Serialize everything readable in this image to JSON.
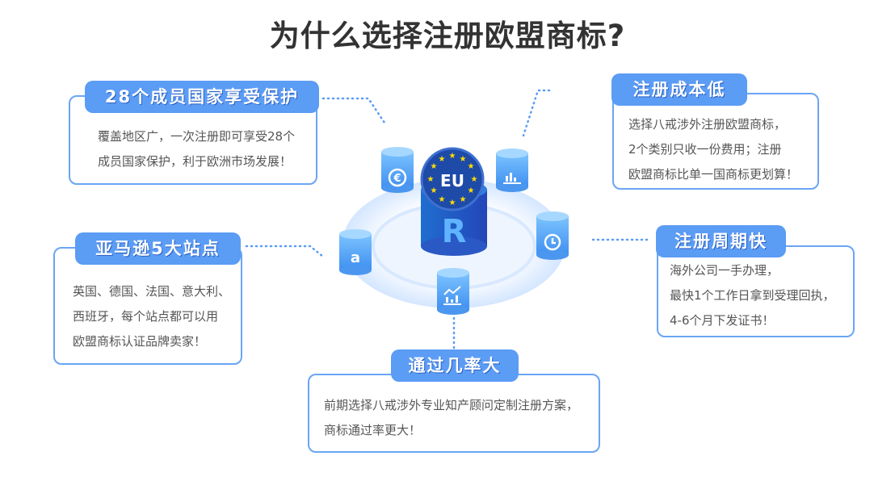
{
  "title": "为什么选择注册欧盟商标?",
  "center": {
    "badge": "EU",
    "logo": "R"
  },
  "icons": [
    "euro-icon",
    "bar-chart-down-icon",
    "amazon-icon",
    "clock-icon",
    "growth-chart-icon"
  ],
  "colors": {
    "accent": "#5b9cf5",
    "border": "#6aa5f5",
    "title": "#333333",
    "text": "#555555",
    "eu_blue": "#1e4aa8",
    "star": "#ffdd00"
  },
  "cards": [
    {
      "label": "28个成员国家享受保护",
      "lines": [
        "覆盖地区广，一次注册即可享受28个",
        "成员国家保护，利于欧洲市场发展！"
      ]
    },
    {
      "label": "注册成本低",
      "lines": [
        "选择八戒涉外注册欧盟商标，",
        "2个类别只收一份费用；注册",
        "欧盟商标比单一国商标更划算！"
      ]
    },
    {
      "label": "亚马逊5大站点",
      "lines": [
        "英国、德国、法国、意大利、",
        "西班牙，每个站点都可以用",
        "欧盟商标认证品牌卖家！"
      ]
    },
    {
      "label": "注册周期快",
      "lines": [
        "海外公司一手办理，",
        "最快1个工作日拿到受理回执，",
        "4-6个月下发证书！"
      ]
    },
    {
      "label": "通过几率大",
      "lines": [
        "前期选择八戒涉外专业知产顾问定制注册方案，",
        "商标通过率更大！"
      ]
    }
  ]
}
